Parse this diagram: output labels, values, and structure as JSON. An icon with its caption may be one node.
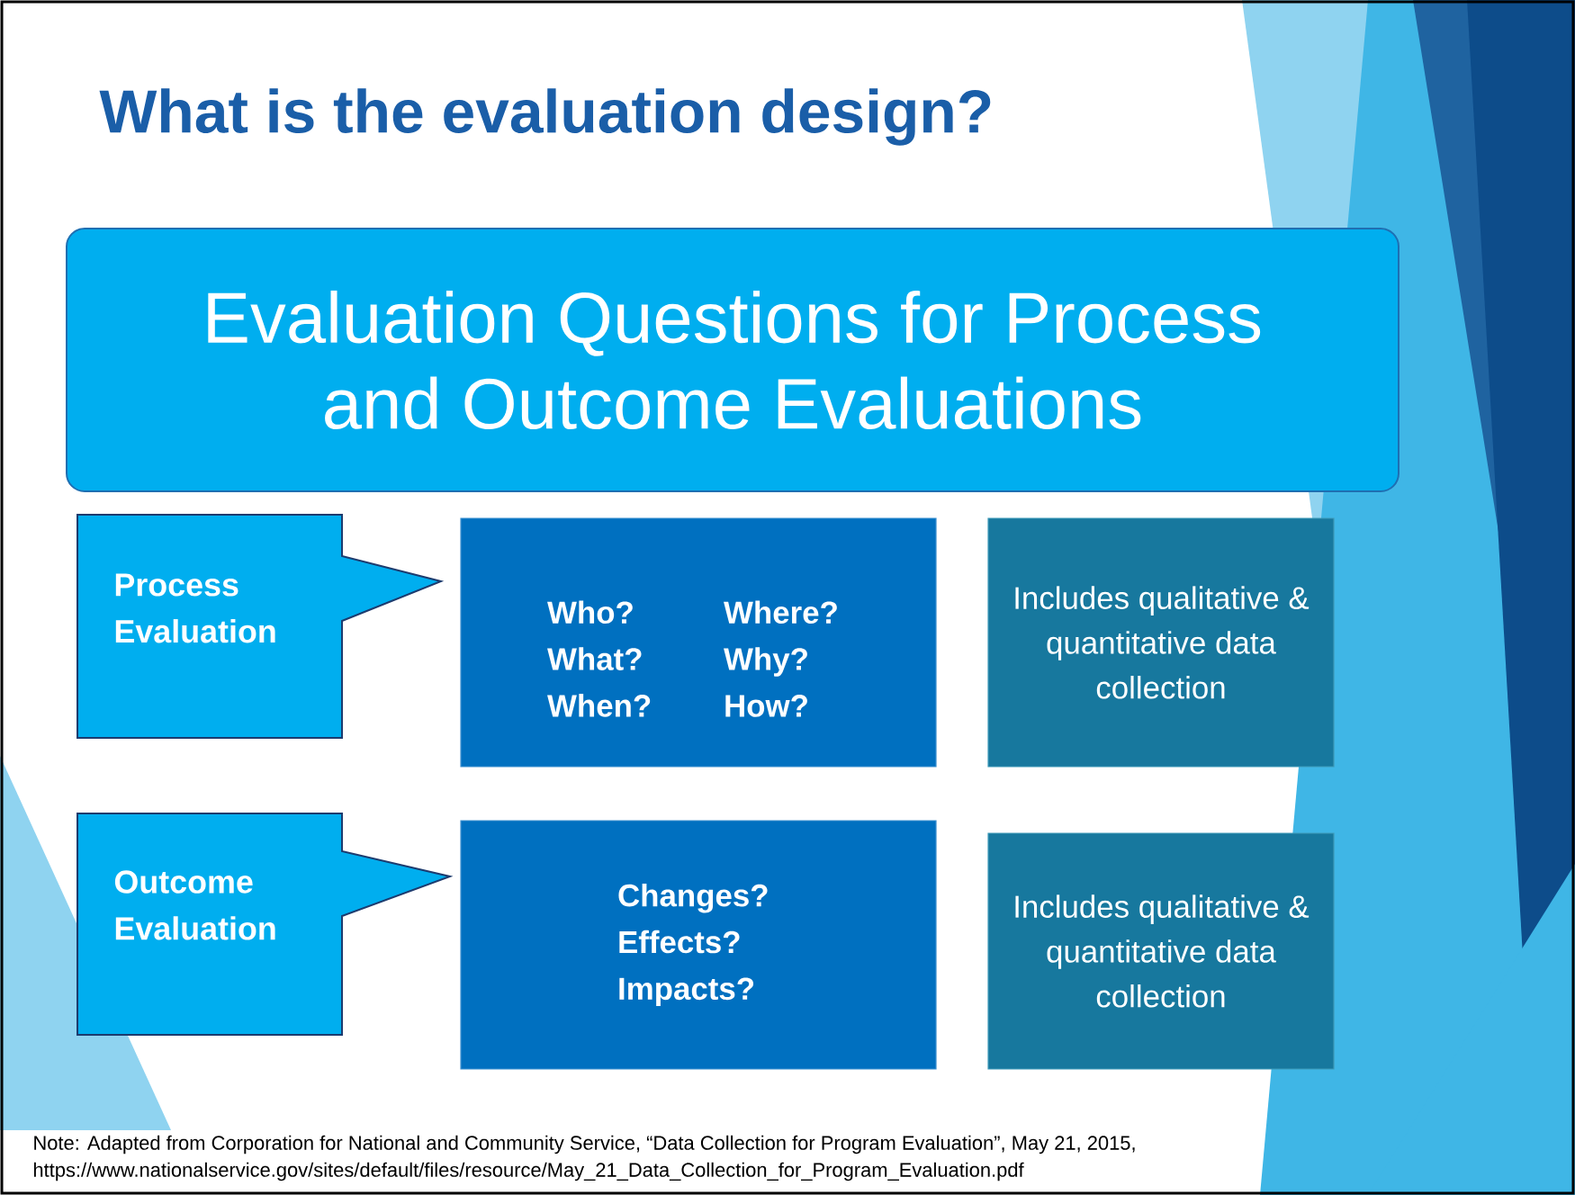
{
  "diagram": {
    "title": "What is the evaluation design?",
    "nodes": [
      {
        "text": [
          "Evaluation Questions for Process and Outcome Evaluations"
        ]
      },
      {
        "text": [
          "Process Evaluation"
        ]
      },
      {
        "text": [
          "Who? What? When?",
          "Where? Why? How?"
        ]
      },
      {
        "text": [
          "Includes qualitative & quantitative data collection"
        ]
      },
      {
        "text": [
          "Outcome Evaluation"
        ]
      },
      {
        "text": [
          "Changes? Effects? Impacts?"
        ]
      },
      {
        "text": [
          "Includes qualitative & quantitative data collection"
        ]
      }
    ],
    "labels": [
      "Note: Adapted from Corporation for National and Community Service, “Data Collection for Program Evaluation”, May 21, 2015,",
      "https://www.nationalservice.gov/sites/default/files/resource/May_21_Data_Collection_for_Program_Evaluation.pdf"
    ]
  }
}
